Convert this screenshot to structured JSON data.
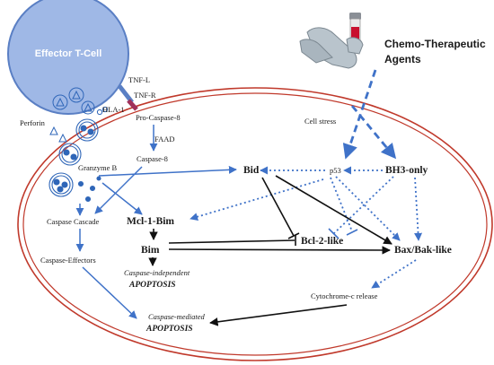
{
  "labels": {
    "effector_t_cell": "Effector T-Cell",
    "chemo_line1": "Chemo-Therapeutic",
    "chemo_line2": "Agents",
    "tnf_l": "TNF-L",
    "tnf_r": "TNF-R",
    "hla_1": "HLA-1",
    "perforin": "Perforin",
    "pro_caspase_8": "Pro-Caspase-8",
    "faad": "FAAD",
    "caspase_8": "Caspase-8",
    "granzyme_b": "Granzyme B",
    "cell_stress": "Cell stress",
    "bid": "Bid",
    "p53": "p53",
    "bh3_only": "BH3-only",
    "caspase_cascade": "Caspase Cascade",
    "mcl1_bim": "Mcl-1-Bim",
    "bcl2_like": "Bcl-2-like",
    "bim": "Bim",
    "bax_bak_like": "Bax/Bak-like",
    "caspase_effectors": "Caspase-Effectors",
    "caspase_independent": "Caspase-independent",
    "apoptosis_1": "APOPTOSIS",
    "cytochrome_c_release": "Cytochrome-c release",
    "caspase_mediated": "Caspase-mediated",
    "apoptosis_2": "APOPTOSIS"
  },
  "colors": {
    "t_cell_fill": "#9fb8e6",
    "t_cell_stroke": "#5a7fc4",
    "membrane": "#c0392b",
    "arrow_blue": "#3f72c8",
    "arrow_black": "#111111",
    "granzyme": "#2f66b8",
    "glove": "#b9c4cc",
    "vial_cap": "#8a8f96",
    "vial_fluid": "#c8102e"
  },
  "icons": [
    "hand-vial-icon",
    "granzyme-vesicle-icon",
    "perforin-pore-icon",
    "tnf-receptor-icon"
  ]
}
